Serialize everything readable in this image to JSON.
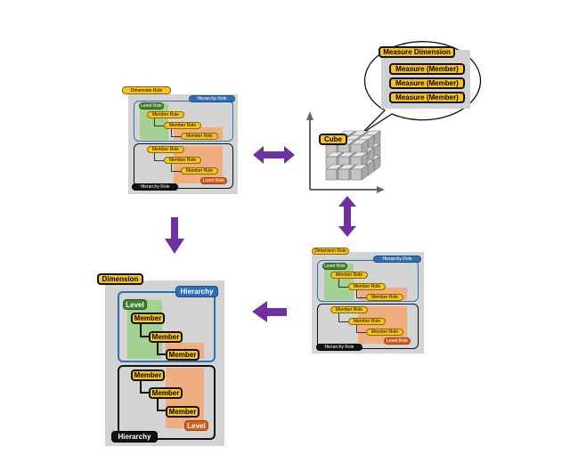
{
  "small_panel": {
    "dimension_role": "Dimension Role",
    "hierarchy_role": "Hierarchy Role",
    "level_role": "Level Role",
    "member_role": "Member Role",
    "hierarchy_role_bottom": "Hierarchy Role"
  },
  "cube": {
    "cube_label": "Cube",
    "measure_dimension": "Measure Dimension",
    "measure_member": "Measure (Member)"
  },
  "large_panel": {
    "dimension": "Dimension",
    "hierarchy": "Hierarchy",
    "level": "Level",
    "member": "Member",
    "hierarchy_bottom": "Hierarchy"
  },
  "colors": {
    "arrow": "#7030a0",
    "yellow": "#f7c21b",
    "blue": "#2f6fb5",
    "green": "#3f7f2e",
    "orange": "#d2601a",
    "panel_gray": "#d3d3d3"
  }
}
